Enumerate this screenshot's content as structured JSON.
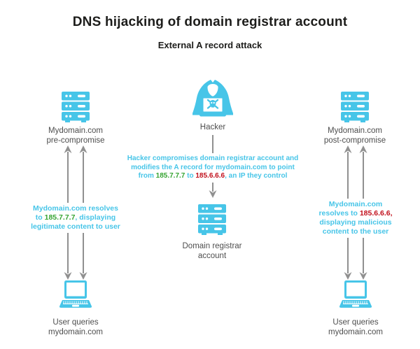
{
  "page": {
    "title": "DNS hijacking of domain registrar account",
    "subtitle": "External A record attack"
  },
  "colors": {
    "cyan": "#47c5e8",
    "green": "#36a432",
    "red": "#c1101c",
    "arrow_gray": "#909090",
    "label_gray": "#4e4e4e",
    "title_black": "#1d1d1b"
  },
  "nodes": {
    "pre_server": {
      "icon": "server-icon",
      "label_line1": "Mydomain.com",
      "label_line2": "pre-compromise"
    },
    "hacker": {
      "icon": "hacker-icon",
      "label": "Hacker"
    },
    "post_server": {
      "icon": "server-icon",
      "label_line1": "Mydomain.com",
      "label_line2": "post-compromise"
    },
    "registrar": {
      "icon": "server-icon",
      "label_line1": "Domain registrar",
      "label_line2": "account"
    },
    "user_left": {
      "icon": "laptop-icon",
      "label_line1": "User queries",
      "label_line2": "mydomain.com"
    },
    "user_right": {
      "icon": "laptop-icon",
      "label_line1": "User queries",
      "label_line2": "mydomain.com"
    }
  },
  "annotations": {
    "center": {
      "line1": "Hacker compromises domain registrar account and",
      "line2": "modifies the A record for mydomain.com to point",
      "line3_pre": "from ",
      "old_ip": "185.7.7.7",
      "line3_mid": " to ",
      "new_ip": "185.6.6.6",
      "line3_post": ", an IP they control"
    },
    "left": {
      "line1": "Mydomain.com resolves",
      "line2_pre": "to ",
      "ip": "185.7.7.7",
      "line2_post": ", displaying",
      "line3": "legitimate content to user"
    },
    "right": {
      "line1": "Mydomain.com",
      "line2_pre": "resolves to ",
      "ip": "185.6.6.6",
      "line2_post": ",",
      "line3": "displaying malicious",
      "line4": "content to the user"
    }
  }
}
